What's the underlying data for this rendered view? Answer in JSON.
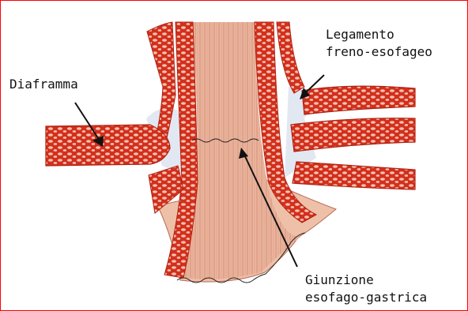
{
  "labels": {
    "diaphragm": "Diaframma",
    "ligament_line1": "Legamento",
    "ligament_line2": "freno-esofageo",
    "junction_line1": "Giunzione",
    "junction_line2": "esofago-gastrica"
  },
  "colors": {
    "frame_border": "#ff0000",
    "muscle_red": "#d2301c",
    "muscle_cell": "#f4c0b2",
    "tissue_pink": "#e8b39c",
    "connective_blue": "#e2e8f2",
    "ink": "#111111"
  }
}
